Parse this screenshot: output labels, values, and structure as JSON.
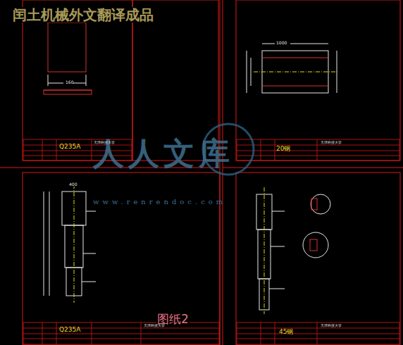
{
  "diagram": {
    "title": "闰土机械外文翻译成品",
    "caption": "图纸2",
    "labels": [
      "人人文库",
      "www.renrendoc.com",
      "Q235A",
      "天津科技大学",
      "160",
      "20钢",
      "天津科技大学",
      "1000",
      "Q235A",
      "天津科技大学",
      "400",
      "45钢",
      "天津科技大学"
    ]
  }
}
